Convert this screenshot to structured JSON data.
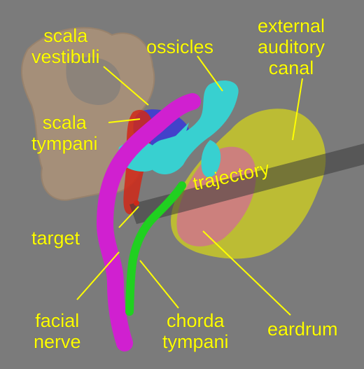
{
  "figure": {
    "background_color": "#7b7b7b",
    "label_color": "#ffff00",
    "labels": {
      "scala_vestibuli": [
        "scala",
        "vestibuli"
      ],
      "ossicles": [
        "ossicles"
      ],
      "external_auditory_canal": [
        "external",
        "auditory",
        "canal"
      ],
      "scala_tympani": [
        "scala",
        "tympani"
      ],
      "trajectory": [
        "trajectory"
      ],
      "target": [
        "target"
      ],
      "facial_nerve": [
        "facial",
        "nerve"
      ],
      "chorda_tympani": [
        "chorda",
        "tympani"
      ],
      "eardrum": [
        "eardrum"
      ]
    },
    "structure_colors": {
      "cochlea_shell": "#c8a078",
      "scala_vestibuli": "#3838d8",
      "scala_tympani": "#d02818",
      "ossicles": "#38d0d0",
      "external_auditory_canal": "#c8c828",
      "eardrum": "#d07090",
      "facial_nerve": "#d020d0",
      "chorda_tympani": "#20d020",
      "trajectory": "#3a3a3a"
    }
  }
}
